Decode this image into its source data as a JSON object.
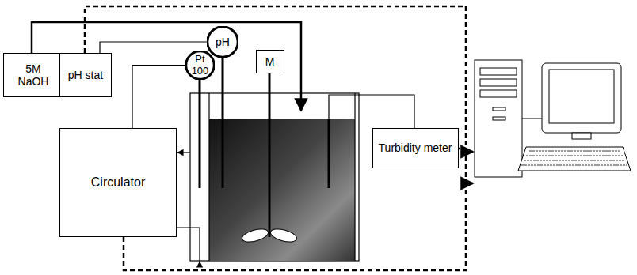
{
  "diagram": {
    "nodes": [
      {
        "text": [
          "5M NaOH"
        ]
      },
      {
        "text": [
          "pH stat"
        ]
      },
      {
        "text": [
          "pH"
        ]
      },
      {
        "text": [
          "Pt 100"
        ]
      },
      {
        "text": [
          "M"
        ]
      },
      {
        "text": [
          "Circulator"
        ]
      },
      {
        "text": [
          "Turbidity meter"
        ]
      }
    ],
    "edges": [
      {
        "from": 1,
        "to": 2,
        "arrow": "none"
      },
      {
        "from": 5,
        "to": 3,
        "arrow": "none"
      }
    ]
  }
}
